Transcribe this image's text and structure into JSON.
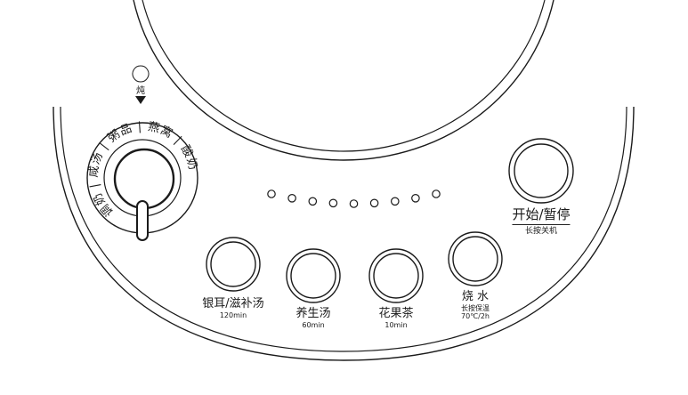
{
  "dial": {
    "marker_label": "炖",
    "modes": [
      "调奶",
      "咸汤",
      "粥品",
      "燕窝",
      "酸奶"
    ]
  },
  "buttons": {
    "yiner": {
      "label": "银耳/滋补汤",
      "sub": "120min"
    },
    "yangsheng": {
      "label": "养生汤",
      "sub": "60min"
    },
    "huaguo": {
      "label": "花果茶",
      "sub": "10min"
    },
    "shaoshui": {
      "label": "烧 水",
      "sub": "长按保温",
      "sub2": "70℃/2h"
    },
    "power": {
      "label": "开始/暂停",
      "sub": "长按关机"
    }
  },
  "indicator_count": 9,
  "colors": {
    "stroke": "#1a1a1a",
    "background": "#ffffff"
  }
}
